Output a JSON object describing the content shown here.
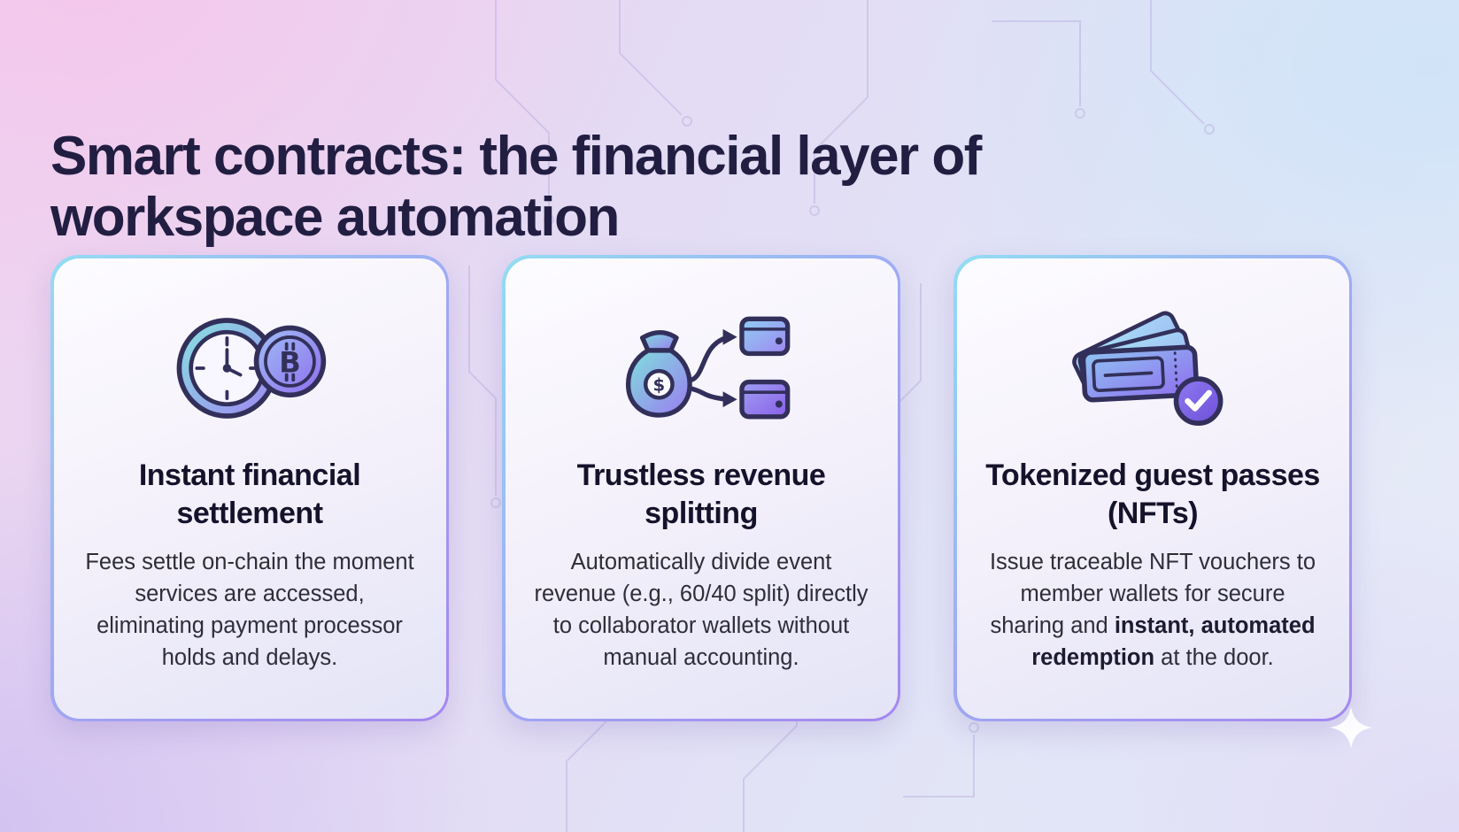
{
  "slide": {
    "title_line1": "Smart contracts: the financial layer of",
    "title_line2": "workspace automation"
  },
  "cards": [
    {
      "icon": "clock-bitcoin-icon",
      "heading": "Instant financial settlement",
      "body": "Fees settle on-chain the moment services are accessed, eliminating payment processor holds and delays."
    },
    {
      "icon": "money-split-wallets-icon",
      "heading": "Trustless revenue splitting",
      "body": "Automatically divide event revenue (e.g., 60/40 split) directly to collaborator wallets without manual accounting."
    },
    {
      "icon": "nft-ticket-check-icon",
      "heading": "Tokenized guest passes (NFTs)",
      "body_prefix": "Issue traceable NFT vouchers to member wallets for secure sharing and ",
      "body_bold": "instant, automated redemption",
      "body_suffix": " at the door."
    }
  ],
  "colors": {
    "title_text": "#211e42",
    "card_border_start": "#93dcf3",
    "card_border_end": "#a586f0",
    "icon_outline": "#32305a",
    "accent_teal": "#7fe0dd",
    "accent_blue": "#8fc4f2",
    "accent_purple": "#8f6cee"
  }
}
